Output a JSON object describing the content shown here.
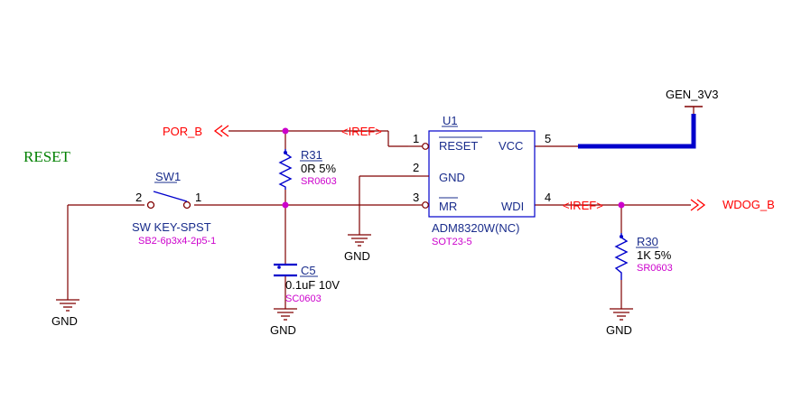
{
  "title": "RESET",
  "u1": {
    "ref": "U1",
    "part": "ADM8320W(NC)",
    "package": "SOT23-5",
    "pins": {
      "p1": {
        "num": "1",
        "name": "RESET"
      },
      "p2": {
        "num": "2",
        "name": "GND"
      },
      "p3": {
        "num": "3",
        "name": "MR"
      },
      "p4": {
        "num": "4",
        "name": "WDI"
      },
      "p5": {
        "num": "5",
        "name": "VCC"
      }
    }
  },
  "sw1": {
    "ref": "SW1",
    "value": "SW KEY-SPST",
    "footprint": "SB2-6p3x4-2p5-1",
    "pin_left": "2",
    "pin_right": "1"
  },
  "r31": {
    "ref": "R31",
    "value": "0R 5%",
    "footprint": "SR0603"
  },
  "r30": {
    "ref": "R30",
    "value": "1K 5%",
    "footprint": "SR0603"
  },
  "c5": {
    "ref": "C5",
    "value": "0.1uF 10V",
    "footprint": "SC0603"
  },
  "nets": {
    "por_b": "POR_B",
    "wdog_b": "WDOG_B",
    "gen_3v3": "GEN_3V3",
    "iref": "<IREF>",
    "gnd": "GND"
  },
  "colors": {
    "wire": "#800000",
    "net_port": "#ff0000",
    "component": "#0000cc",
    "reference": "#1a2d8c",
    "footprint": "#cc00cc",
    "title": "#008000",
    "power_bus": "#0000cc"
  }
}
